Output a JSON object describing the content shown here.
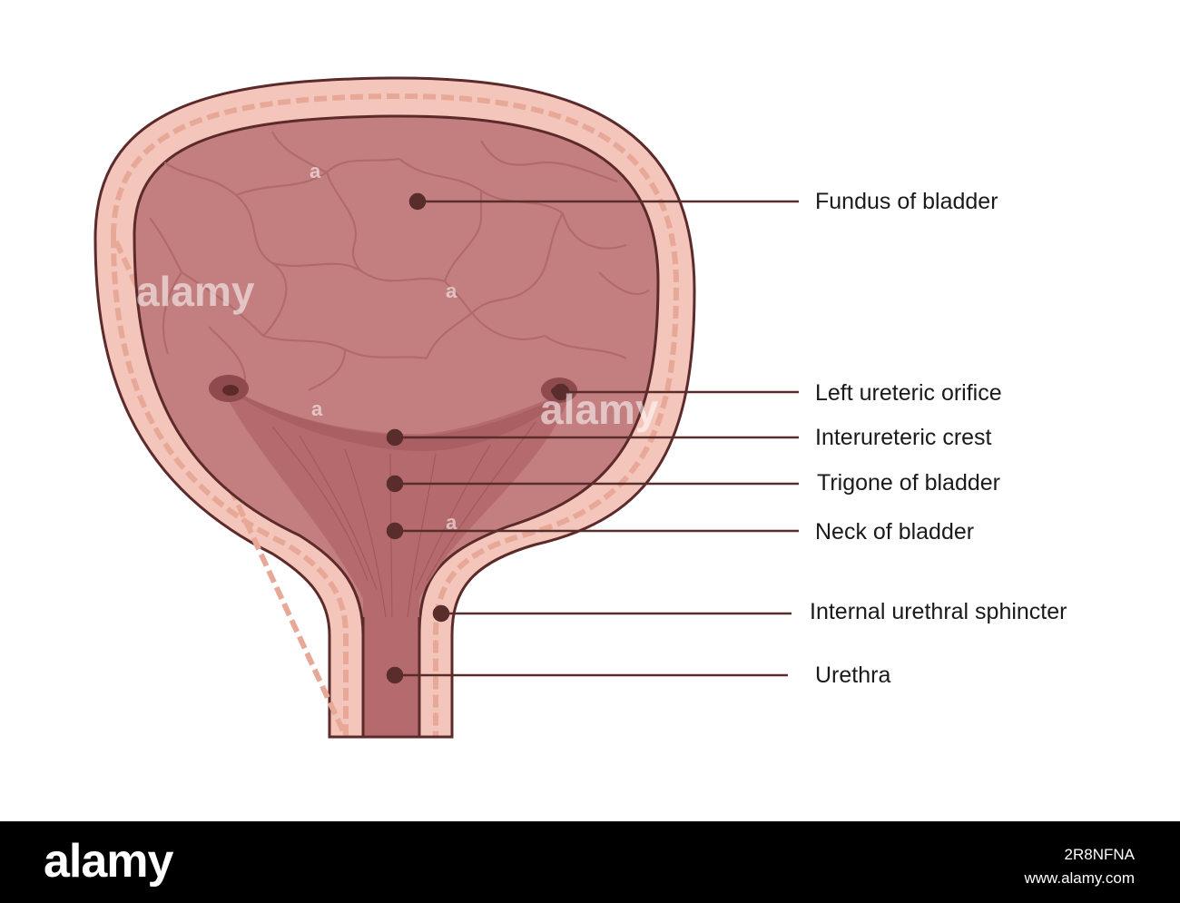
{
  "labels": {
    "fundus": "Fundus of bladder",
    "left_ureteric_orifice": "Left ureteric orifice",
    "interureteric_crest": "Interureteric crest",
    "trigone": "Trigone of bladder",
    "neck": "Neck of bladder",
    "internal_urethral_sphincter": "Internal urethral sphincter",
    "urethra": "Urethra"
  },
  "watermark": {
    "brand": "alamy",
    "letter": "a"
  },
  "footer": {
    "logo": "alamy",
    "image_id": "2R8NFNA",
    "url": "www.alamy.com"
  },
  "colors": {
    "outline": "#5c2a2a",
    "wall": "#f4c6bb",
    "wall_vessels": "#e7a898",
    "lumen": "#c37f7f",
    "lumen_lines": "#b06a6a",
    "trigone": "#b56b6d",
    "pointer": "#5a2d2d",
    "footer_bg": "#000000"
  }
}
